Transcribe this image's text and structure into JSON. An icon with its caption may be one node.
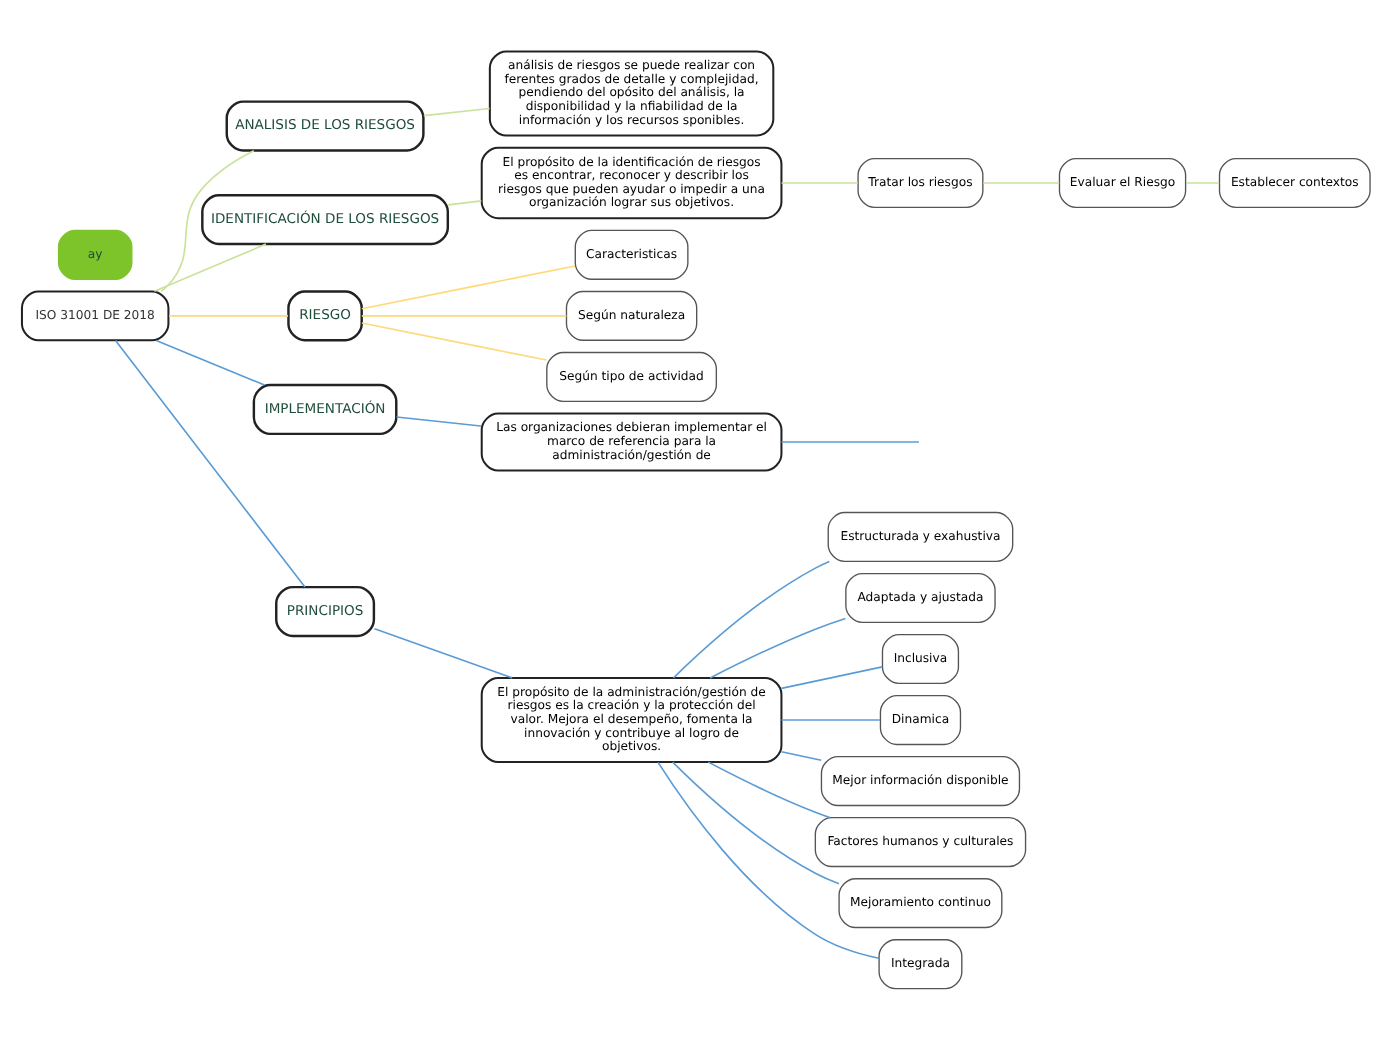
{
  "diagram": {
    "nodes": [
      {
        "text": [
          "ISO 31001 DE 2018"
        ]
      },
      {
        "text": [
          "ANALISIS DE LOS RIESGOS"
        ]
      },
      {
        "text": [
          "análisis de riesgos se puede realizar con ferentes grados de detalle y complejidad, pendiendo del opósito del análisis, la disponibilidad y la nfiabilidad de la información y los recursos sponibles."
        ]
      },
      {
        "text": [
          "IDENTIFICACIÓN DE LOS RIESGOS"
        ]
      },
      {
        "text": [
          "El propósito de la identificación de riesgos es encontrar, reconocer y describir los riesgos que pueden ayudar o impedir a una organización lograr sus objetivos."
        ]
      },
      {
        "text": [
          "Tratar los riesgos"
        ]
      },
      {
        "text": [
          "Evaluar el Riesgo"
        ]
      },
      {
        "text": [
          "Establecer contextos"
        ]
      },
      {
        "text": [
          "RIESGO"
        ]
      },
      {
        "text": [
          "Caracteristicas"
        ]
      },
      {
        "text": [
          "Según naturaleza"
        ]
      },
      {
        "text": [
          "Según tipo de actividad"
        ]
      },
      {
        "text": [
          "IMPLEMENTACIÓN"
        ]
      },
      {
        "text": [
          "Las organizaciones debieran implementar el marco de referencia para la administración/gestión de"
        ]
      },
      {
        "text": [
          "PRINCIPIOS"
        ]
      },
      {
        "text": [
          "El propósito de la administración/gestión de riesgos es la creación y la protección del valor. Mejora el desempeño, fomenta la innovación y contribuye al logro de objetivos."
        ]
      },
      {
        "text": [
          "Estructurada y exahustiva"
        ]
      },
      {
        "text": [
          "Adaptada y ajustada"
        ]
      },
      {
        "text": [
          "Inclusiva"
        ]
      },
      {
        "text": [
          "Dinamica"
        ]
      },
      {
        "text": [
          "Mejor información disponible"
        ]
      },
      {
        "text": [
          "Factores humanos y culturales"
        ]
      },
      {
        "text": [
          "Mejoramiento continuo"
        ]
      },
      {
        "text": [
          "Integrada"
        ]
      },
      {
        "text": [
          "ay"
        ]
      }
    ],
    "edges": [
      {
        "from": 0,
        "to": 1,
        "arrow": "none",
        "color": "#c9e29a"
      },
      {
        "from": 1,
        "to": 2,
        "arrow": "none",
        "color": "#c9e29a"
      },
      {
        "from": 0,
        "to": 3,
        "arrow": "none",
        "color": "#c9e29a"
      },
      {
        "from": 3,
        "to": 4,
        "arrow": "none",
        "color": "#c9e29a"
      },
      {
        "from": 4,
        "to": 5,
        "arrow": "none",
        "color": "#c9e29a"
      },
      {
        "from": 5,
        "to": 6,
        "arrow": "none",
        "color": "#c9e29a"
      },
      {
        "from": 6,
        "to": 7,
        "arrow": "none",
        "color": "#c9e29a"
      },
      {
        "from": 0,
        "to": 8,
        "arrow": "none",
        "color": "#ffd978"
      },
      {
        "from": 8,
        "to": 9,
        "arrow": "none",
        "color": "#ffd978"
      },
      {
        "from": 8,
        "to": 10,
        "arrow": "none",
        "color": "#ffd978"
      },
      {
        "from": 8,
        "to": 11,
        "arrow": "none",
        "color": "#ffd978"
      },
      {
        "from": 0,
        "to": 12,
        "arrow": "none"
      },
      {
        "from": 12,
        "to": 13,
        "arrow": "none"
      },
      {
        "from": 13,
        "to": null,
        "arrow": "none"
      },
      {
        "from": 0,
        "to": 14,
        "arrow": "none"
      },
      {
        "from": 14,
        "to": 15,
        "arrow": "none"
      },
      {
        "from": 15,
        "to": 16,
        "arrow": "none"
      },
      {
        "from": 15,
        "to": 17,
        "arrow": "none"
      },
      {
        "from": 15,
        "to": 18,
        "arrow": "none"
      },
      {
        "from": 15,
        "to": 19,
        "arrow": "none"
      },
      {
        "from": 15,
        "to": 20,
        "arrow": "none"
      },
      {
        "from": 15,
        "to": 21,
        "arrow": "none"
      },
      {
        "from": 15,
        "to": 22,
        "arrow": "none"
      },
      {
        "from": 15,
        "to": 23,
        "arrow": "none"
      }
    ]
  }
}
